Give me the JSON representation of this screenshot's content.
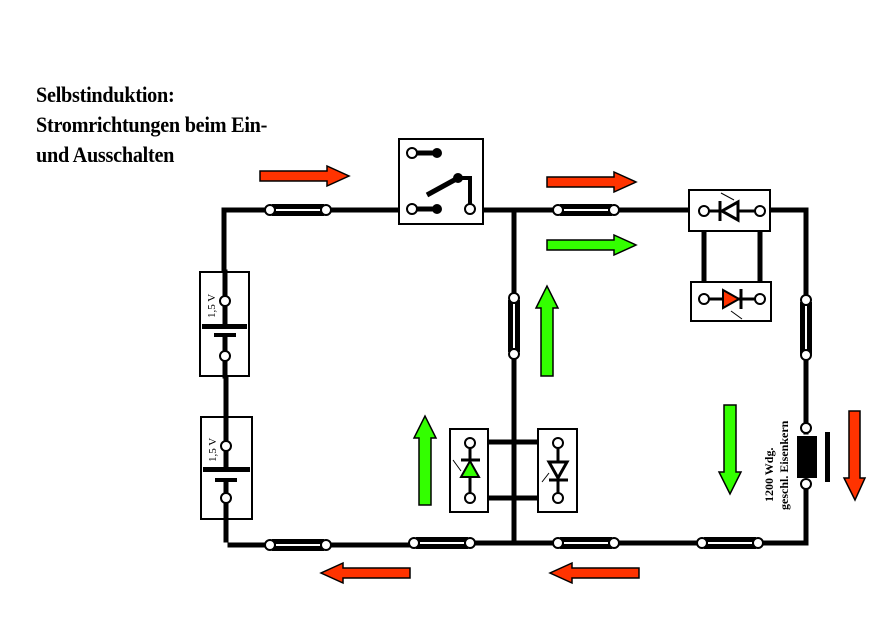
{
  "title": {
    "lines": [
      "Selbstinduktion:",
      "Stromrichtungen beim Ein-",
      "und Ausschalten"
    ]
  },
  "components": {
    "battery_top": {
      "label": "1,5 V"
    },
    "battery_bottom": {
      "label": "1,5 V"
    },
    "switch": {
      "name": "switch",
      "state": "open"
    },
    "inductor": {
      "label_line1": "1200 Wdg.",
      "label_line2": "geschl. Eisenkern"
    },
    "led_top_right_upper": {
      "color": "none",
      "direction": "left"
    },
    "led_top_right_lower": {
      "color": "red",
      "direction": "right"
    },
    "led_bottom_left": {
      "color": "green",
      "direction": "up"
    },
    "led_bottom_right": {
      "color": "none",
      "direction": "down"
    }
  },
  "arrows": [
    {
      "id": "red-arrow-top-left",
      "color": "red",
      "direction": "right"
    },
    {
      "id": "red-arrow-top-right",
      "color": "red",
      "direction": "right"
    },
    {
      "id": "green-arrow-top-right",
      "color": "green",
      "direction": "right"
    },
    {
      "id": "green-arrow-middle",
      "color": "green",
      "direction": "up"
    },
    {
      "id": "green-arrow-bottom-left",
      "color": "green",
      "direction": "up"
    },
    {
      "id": "green-arrow-right",
      "color": "green",
      "direction": "down"
    },
    {
      "id": "red-arrow-right",
      "color": "red",
      "direction": "down"
    },
    {
      "id": "red-arrow-bottom-left",
      "color": "red",
      "direction": "left"
    },
    {
      "id": "red-arrow-bottom-right",
      "color": "red",
      "direction": "left"
    }
  ],
  "colors": {
    "red": "#ff3300",
    "green": "#33ff00",
    "wire": "#000000"
  }
}
